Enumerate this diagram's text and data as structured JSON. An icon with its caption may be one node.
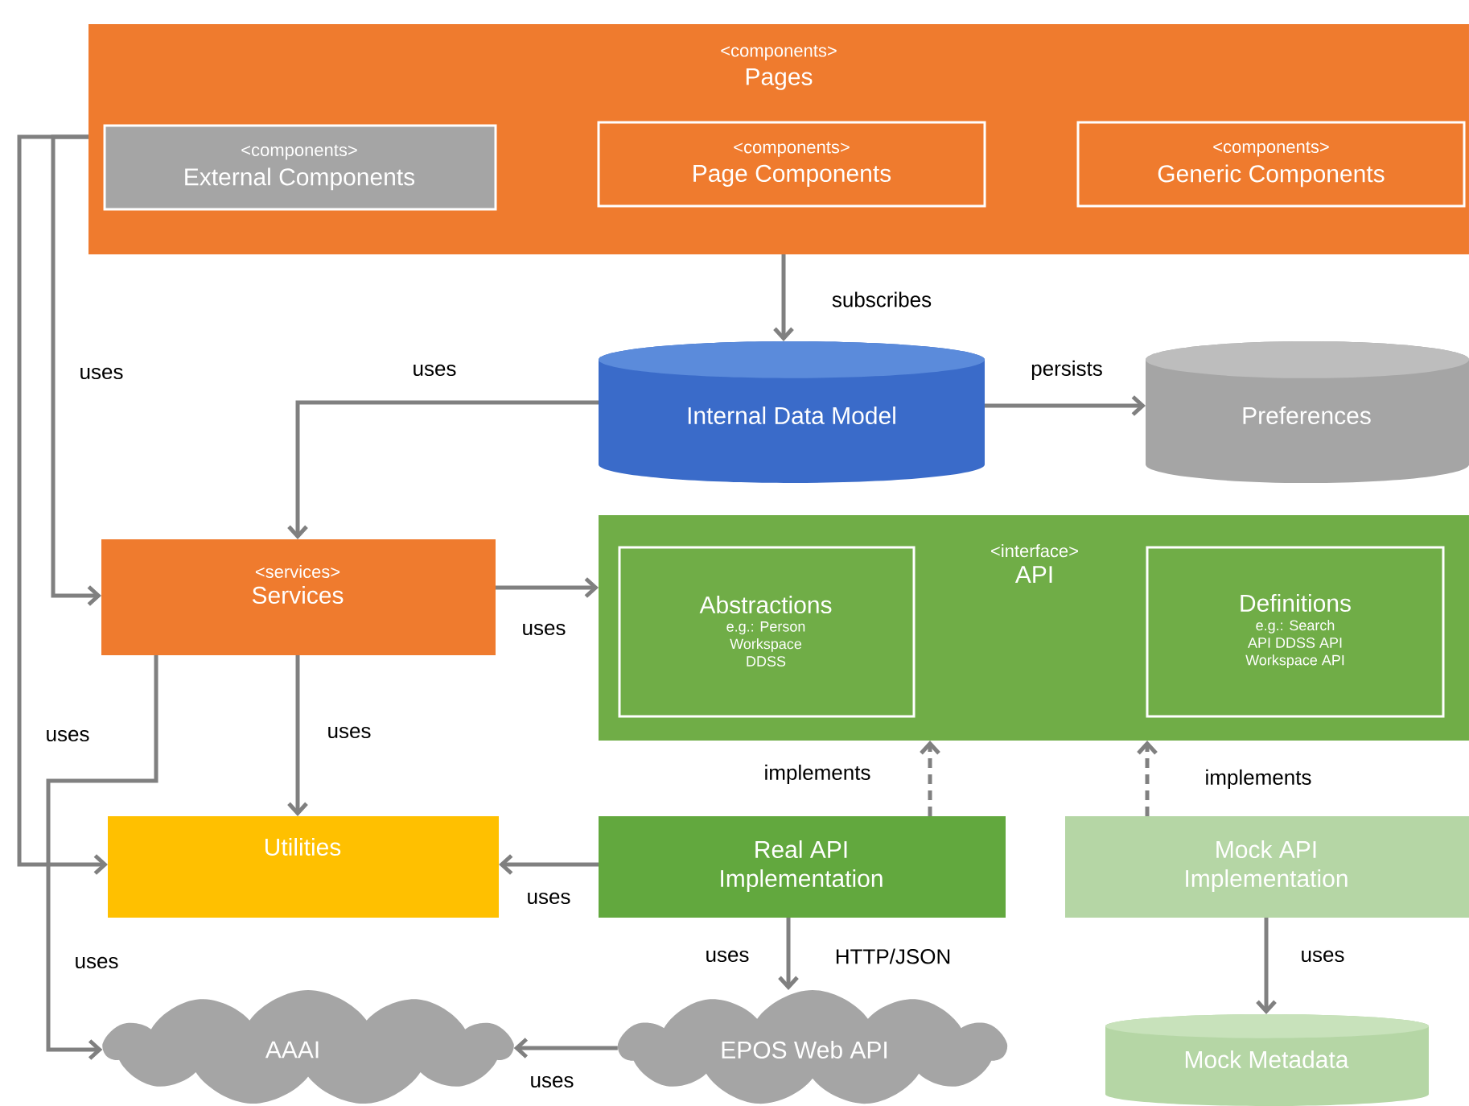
{
  "diagram": {
    "nodes": [
      {
        "text": [
          "<components>",
          "Pages"
        ]
      },
      {
        "text": [
          "<components>",
          "External Components"
        ],
        "in": 0
      },
      {
        "text": [
          "<components>",
          "Page Components"
        ],
        "in": 0
      },
      {
        "text": [
          "<components>",
          "Generic Components"
        ],
        "in": 0
      },
      {
        "text": [
          "Internal Data Model"
        ]
      },
      {
        "text": [
          "Preferences"
        ]
      },
      {
        "text": [
          "<services>",
          "Services"
        ]
      },
      {
        "text": [
          "<interface>",
          "API"
        ]
      },
      {
        "text": [
          "Abstractions",
          "e.g.: Person Workspace DDSS"
        ],
        "in": 7
      },
      {
        "text": [
          "Definitions",
          "e.g.: Search API DDSS API Workspace API"
        ],
        "in": 7
      },
      {
        "text": [
          "Utilities"
        ]
      },
      {
        "text": [
          "Real API Implementation"
        ]
      },
      {
        "text": [
          "Mock API Implementation"
        ]
      },
      {
        "text": [
          "AAAI"
        ]
      },
      {
        "text": [
          "EPOS Web API"
        ]
      },
      {
        "text": [
          "Mock Metadata"
        ]
      }
    ],
    "edges": [
      {
        "from": 0,
        "to": 4,
        "arrow": "to",
        "label": "subscribes"
      },
      {
        "from": 4,
        "to": 5,
        "arrow": "to",
        "label": "persists"
      },
      {
        "from": 4,
        "to": 6,
        "arrow": "to",
        "label": "uses"
      },
      {
        "from": 0,
        "to": 6,
        "arrow": "to",
        "label": "uses"
      },
      {
        "from": 0,
        "to": 10,
        "arrow": "to",
        "label": "uses"
      },
      {
        "from": 6,
        "to": 7,
        "arrow": "to",
        "label": "uses"
      },
      {
        "from": 6,
        "to": 10,
        "arrow": "to",
        "label": "uses"
      },
      {
        "from": 6,
        "to": 13,
        "arrow": "to",
        "label": "uses"
      },
      {
        "from": 11,
        "to": 7,
        "arrow": "to",
        "label": "implements",
        "style": "dashed"
      },
      {
        "from": 12,
        "to": 7,
        "arrow": "to",
        "label": "implements",
        "style": "dashed"
      },
      {
        "from": 11,
        "to": 10,
        "arrow": "to",
        "label": "uses"
      },
      {
        "from": 11,
        "to": 14,
        "arrow": "to",
        "label": "uses"
      },
      {
        "from": 14,
        "to": 13,
        "arrow": "to",
        "label": "uses"
      },
      {
        "from": 12,
        "to": 15,
        "arrow": "to",
        "label": "uses"
      }
    ],
    "labels": [
      "HTTP/JSON"
    ]
  }
}
